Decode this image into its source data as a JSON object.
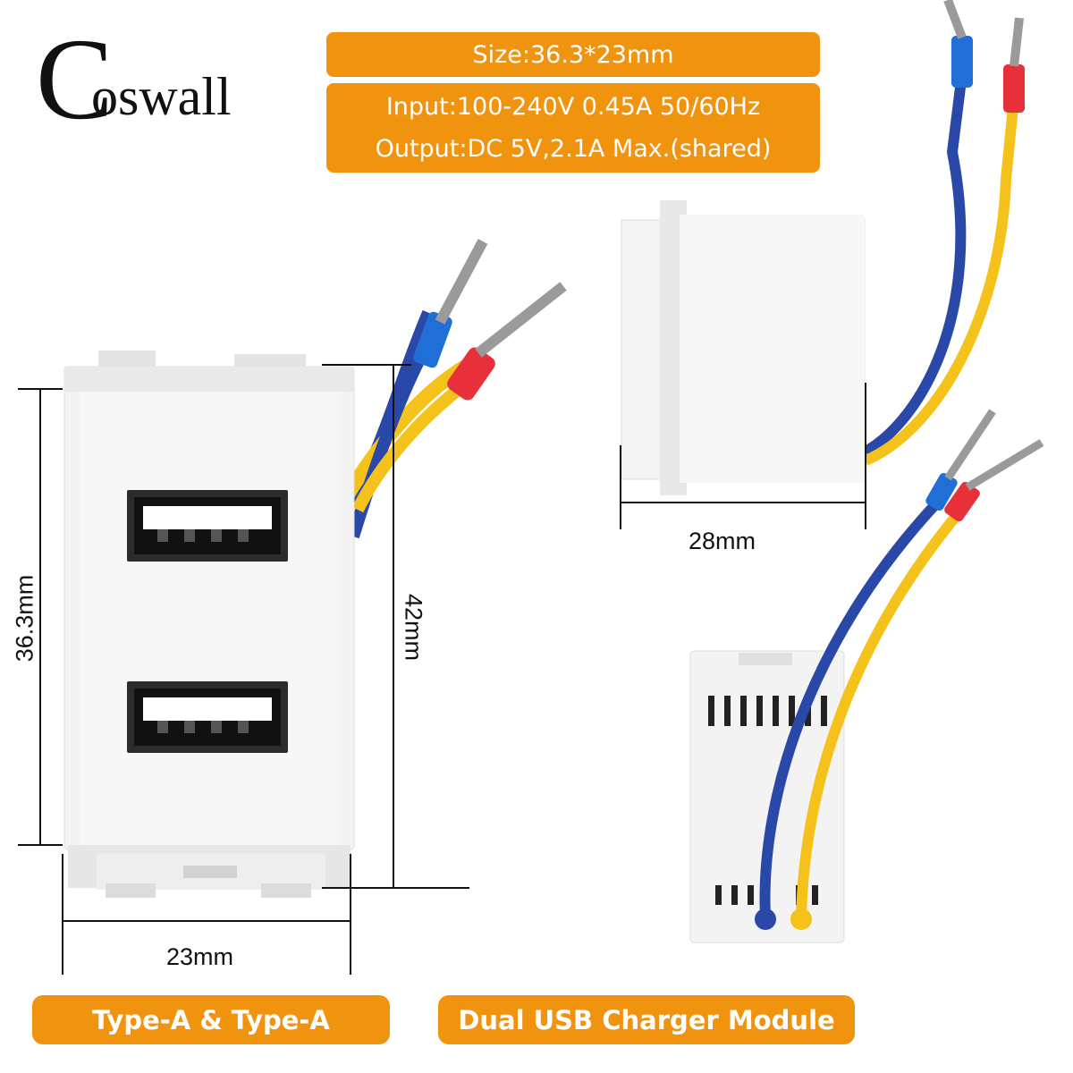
{
  "brand": {
    "name": "oswall",
    "initial": "C"
  },
  "specs": {
    "size": "Size:36.3*23mm",
    "input": "Input:100-240V 0.45A 50/60Hz",
    "output": "Output:DC 5V,2.1A Max.(shared)"
  },
  "dimensions": {
    "width": "23mm",
    "height": "36.3mm",
    "total_height": "42mm",
    "depth": "28mm"
  },
  "labels": {
    "port_type": "Type-A & Type-A",
    "product": "Dual USB Charger Module"
  },
  "colors": {
    "accent": "#f0930f",
    "wire_blue": "#2a48a8",
    "wire_yellow": "#f5c21b",
    "ferrule_blue": "#1f6fd6",
    "ferrule_red": "#e8303a"
  }
}
